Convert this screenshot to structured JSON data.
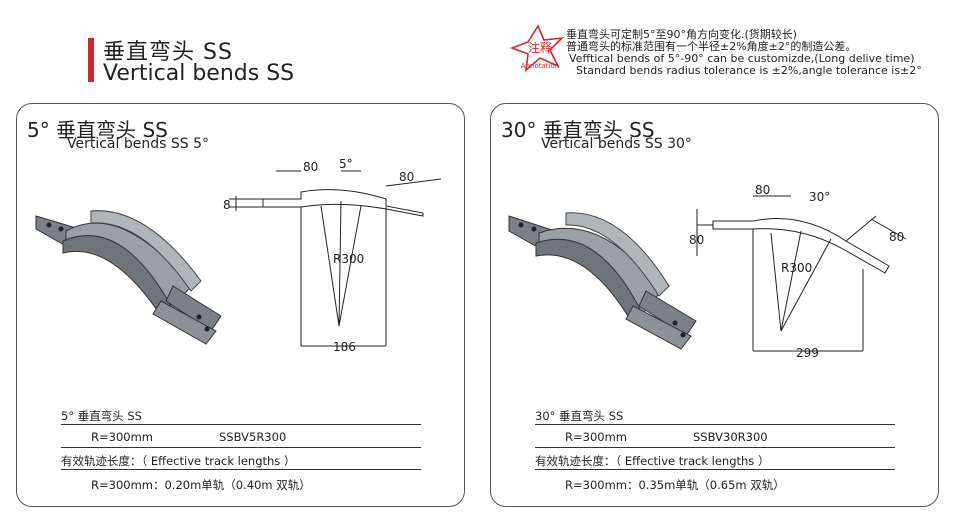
{
  "header": {
    "title_cn": "垂直弯头 SS",
    "title_en": "Vertical bends SS"
  },
  "annotation": {
    "badge_cn": "注释",
    "badge_en": "Annotation",
    "line1": "垂直弯头可定制5°至90°角方向变化.(货期较长)",
    "line2": "普通弯头的标准范围有一个半径±2%角度±2°的制造公差。",
    "line3": "Vefftical bends of 5°-90° can be customizde,(Long delive time)",
    "line4": "Standard bends radius tolerance is ±2%,angle tolerance is±2°",
    "accent": "#d6262b"
  },
  "panels": [
    {
      "heading": "5°  垂直弯头 SS",
      "subheading": "Vertical bends SS 5°",
      "dims": {
        "left": "80",
        "angle": "5°",
        "right": "80",
        "height": "8",
        "radius": "R300",
        "width": "186"
      },
      "spec_title": "5°  垂直弯头 SS",
      "spec_radius": "R=300mm",
      "spec_code": "SSBV5R300",
      "track_label": "有效轨迹长度：（ Effective track lengths ）",
      "track_value": "R=300mm：0.20m单轨（0.40m 双轨）"
    },
    {
      "heading": "30°  垂直弯头 SS",
      "subheading": "Vertical bends SS 30°",
      "dims": {
        "left": "80",
        "angle": "30°",
        "right": "80",
        "height": "80",
        "radius": "R300",
        "width": "299"
      },
      "spec_title": "30°  垂直弯头 SS",
      "spec_radius": "R=300mm",
      "spec_code": "SSBV30R300",
      "track_label": "有效轨迹长度：（ Effective track lengths ）",
      "track_value": "R=300mm：0.35m单轨（0.65m 双轨）"
    }
  ]
}
